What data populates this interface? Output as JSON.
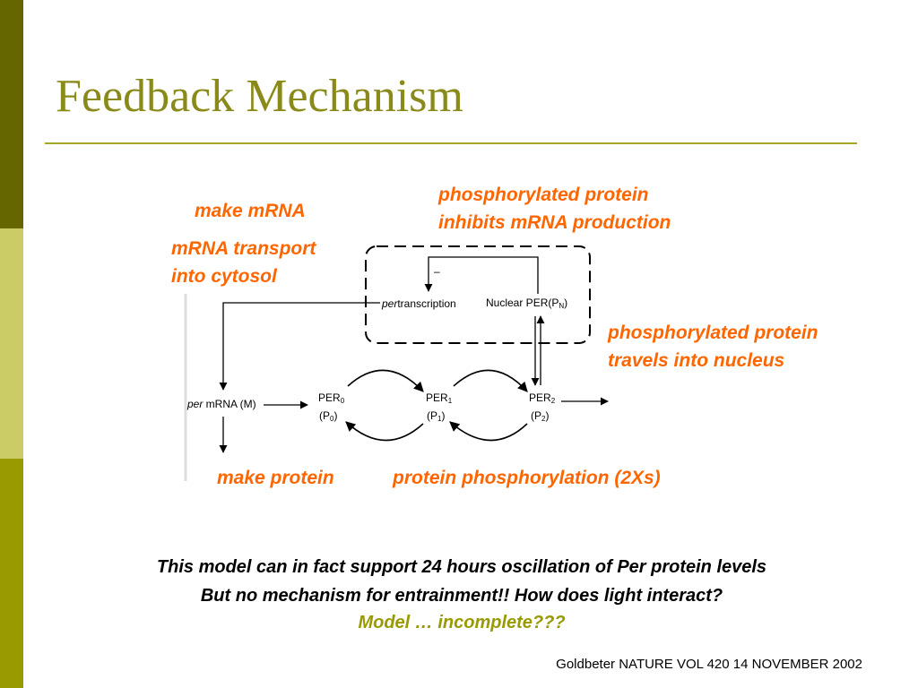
{
  "slide": {
    "title": "Feedback Mechanism"
  },
  "annotations": {
    "make_mrna": "make mRNA",
    "mrna_transport_line1": "mRNA transport",
    "mrna_transport_line2": "into cytosol",
    "inhibits_line1": "phosphorylated protein",
    "inhibits_line2": "inhibits mRNA production",
    "travels_line1": "phosphorylated protein",
    "travels_line2": "travels into nucleus",
    "make_protein": "make protein",
    "phosphorylation": "protein phosphorylation (2Xs)"
  },
  "diagram": {
    "per_italic": "per",
    "transcription": "transcription",
    "nuclear_per": "Nuclear PER",
    "nuclear_per_paren": "(P",
    "nuclear_per_sub": "N",
    "nuclear_per_close": ")",
    "minus_sign": "–",
    "per_mrna_italic": "per",
    "per_mrna_rest": " mRNA (M)",
    "per": "PER",
    "p": "(P",
    "close": ")",
    "sub0": "0",
    "sub1": "1",
    "sub2": "2"
  },
  "conclusion": {
    "line1": "This model can in fact support 24 hours oscillation of Per protein levels",
    "line2": "But no mechanism for entrainment!!  How does light interact?",
    "line3": "Model … incomplete???"
  },
  "citation": "Goldbeter NATURE VOL 420 14 NOVEMBER 2002",
  "colors": {
    "accent_dark": "#666600",
    "accent_light": "#cccc66",
    "accent_mid": "#999900",
    "title": "#8a8a1a",
    "annotation": "#ff6600"
  }
}
